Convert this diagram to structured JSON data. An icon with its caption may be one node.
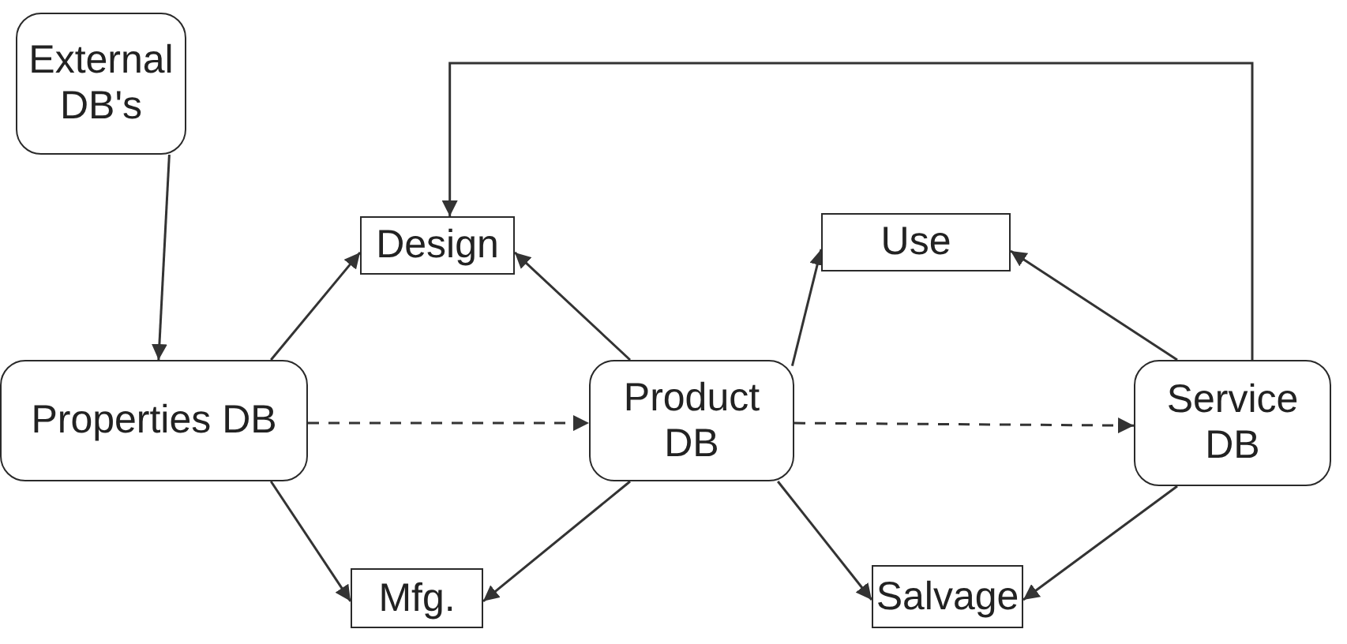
{
  "diagram": {
    "nodes": [
      {
        "text": [
          "External DB's"
        ]
      },
      {
        "text": [
          "Design"
        ]
      },
      {
        "text": [
          "Use"
        ]
      },
      {
        "text": [
          "Properties DB"
        ]
      },
      {
        "text": [
          "Product DB"
        ]
      },
      {
        "text": [
          "Service DB"
        ]
      },
      {
        "text": [
          "Mfg."
        ]
      },
      {
        "text": [
          "Salvage"
        ]
      }
    ],
    "edges": [
      {
        "from": 0,
        "to": 3,
        "arrow": "to"
      },
      {
        "from": 3,
        "to": 1,
        "arrow": "to"
      },
      {
        "from": 4,
        "to": 1,
        "arrow": "to"
      },
      {
        "from": 4,
        "to": 2,
        "arrow": "to"
      },
      {
        "from": 5,
        "to": 2,
        "arrow": "to"
      },
      {
        "from": 3,
        "to": 4,
        "arrow": "to",
        "style": "dashed"
      },
      {
        "from": 4,
        "to": 5,
        "arrow": "to",
        "style": "dashed"
      },
      {
        "from": 3,
        "to": 6,
        "arrow": "to"
      },
      {
        "from": 4,
        "to": 6,
        "arrow": "to"
      },
      {
        "from": 4,
        "to": 7,
        "arrow": "to"
      },
      {
        "from": 5,
        "to": 7,
        "arrow": "to"
      },
      {
        "from": 5,
        "to": 1,
        "arrow": "to"
      }
    ]
  }
}
